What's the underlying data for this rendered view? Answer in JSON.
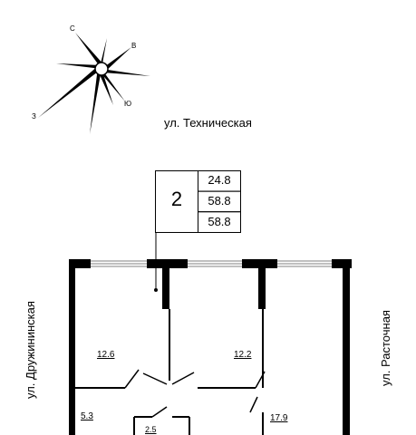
{
  "compass": {
    "letters": {
      "north": "С",
      "east": "В",
      "south": "Ю",
      "west": "З"
    }
  },
  "streets": {
    "top": "ул. Техническая",
    "left": "ул. Дружининская",
    "right": "ул. Расточная"
  },
  "info_box": {
    "rooms": "2",
    "values": [
      "24.8",
      "58.8",
      "58.8"
    ]
  },
  "rooms": [
    {
      "area": "12.6"
    },
    {
      "area": "12.2"
    },
    {
      "area": "5.3"
    },
    {
      "area": "17.9"
    },
    {
      "area": "2.5"
    }
  ],
  "colors": {
    "ink": "#000000",
    "window": "#808080",
    "background": "#ffffff"
  }
}
